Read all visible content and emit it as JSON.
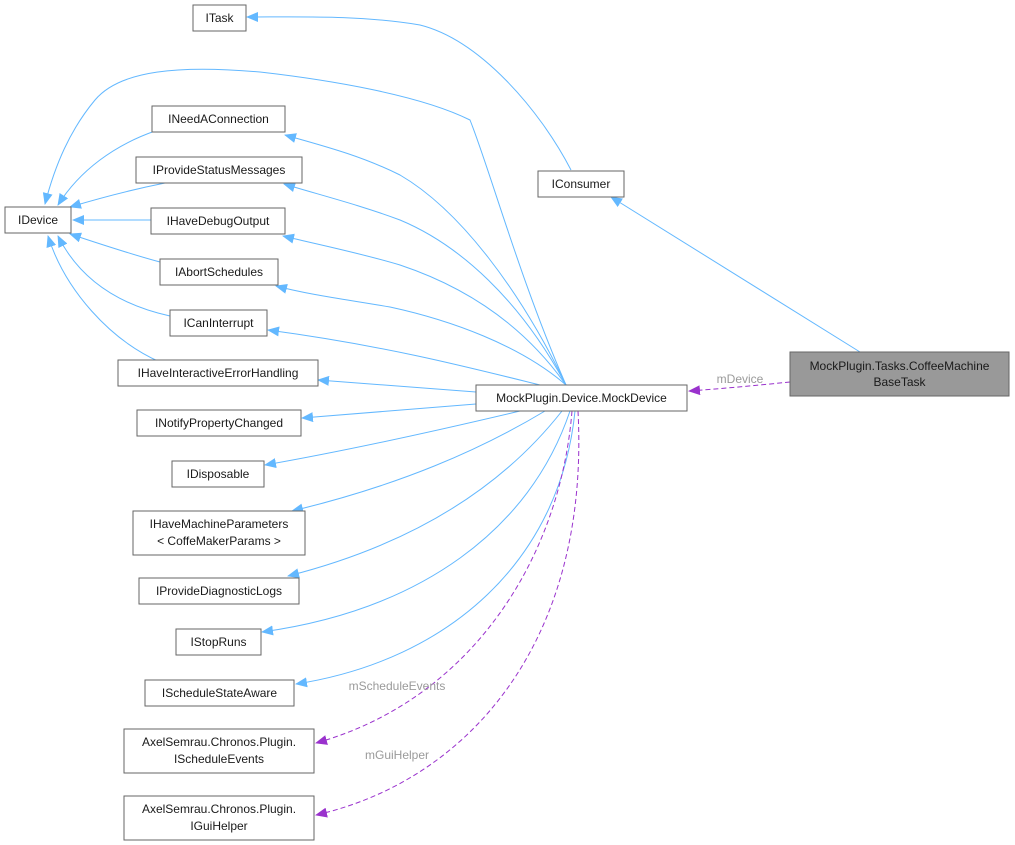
{
  "colors": {
    "inheritance": "#63b8ff",
    "usage": "#9a32cd",
    "focus_fill": "#999999",
    "node_border": "#666666",
    "edge_label": "#9a9a9a"
  },
  "nodes": {
    "itask": [
      "ITask"
    ],
    "iconsumer": [
      "IConsumer"
    ],
    "coffee": [
      "MockPlugin.Tasks.CoffeeMachine",
      "BaseTask"
    ],
    "mockdevice": [
      "MockPlugin.Device.MockDevice"
    ],
    "idevice": [
      "IDevice"
    ],
    "ineedaconnection": [
      "INeedAConnection"
    ],
    "iprovidestatusmessages": [
      "IProvideStatusMessages"
    ],
    "ihavedebugoutput": [
      "IHaveDebugOutput"
    ],
    "iabortschedules": [
      "IAbortSchedules"
    ],
    "icaninterrupt": [
      "ICanInterrupt"
    ],
    "ihaveinteractiveerrorhandling": [
      "IHaveInteractiveErrorHandling"
    ],
    "inotifypropertychanged": [
      "INotifyPropertyChanged"
    ],
    "idisposable": [
      "IDisposable"
    ],
    "ihavemachineparameters": [
      "IHaveMachineParameters",
      "< CoffeMakerParams >"
    ],
    "iprovidediagnosticlogs": [
      "IProvideDiagnosticLogs"
    ],
    "istopruns": [
      "IStopRuns"
    ],
    "ischedulestateaware": [
      "IScheduleStateAware"
    ],
    "ischeduleevents": [
      "AxelSemrau.Chronos.Plugin.",
      "IScheduleEvents"
    ],
    "iguihelper": [
      "AxelSemrau.Chronos.Plugin.",
      "IGuiHelper"
    ]
  },
  "edge_labels": {
    "mdevice": "mDevice",
    "mscheduleevents": "mScheduleEvents",
    "mguihelper": "mGuiHelper"
  }
}
